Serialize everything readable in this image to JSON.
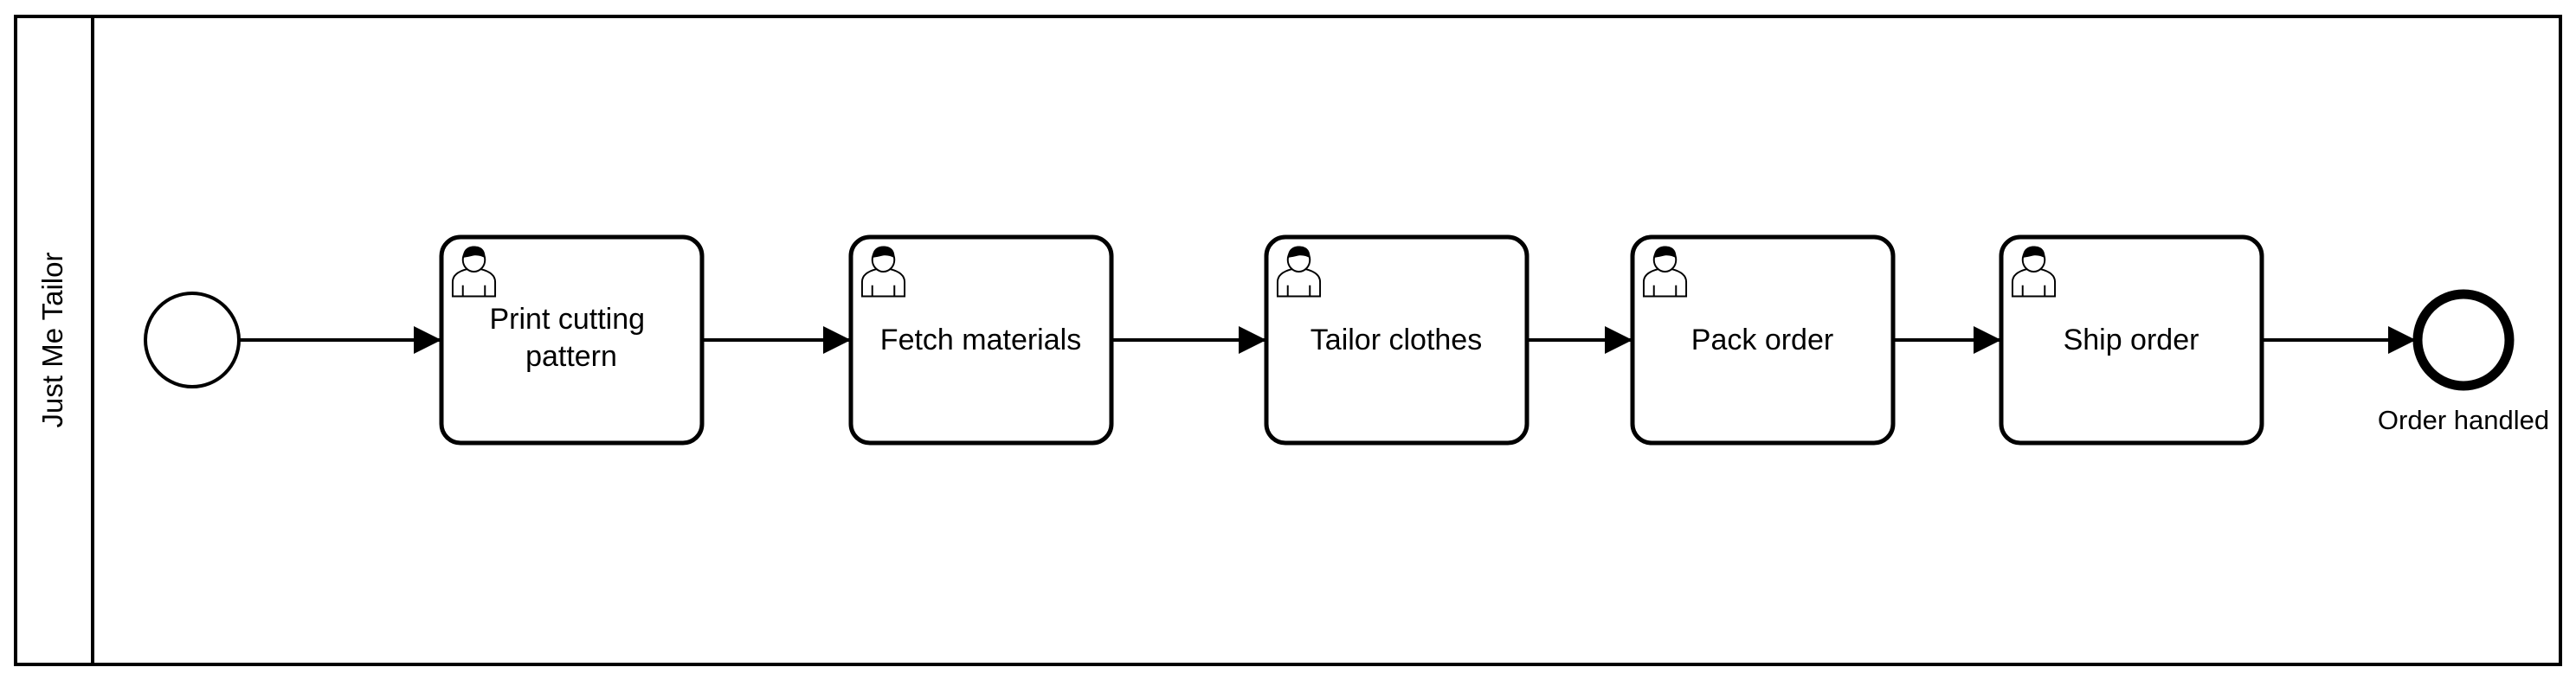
{
  "pool": {
    "lane_label": "Just Me Tailor"
  },
  "events": {
    "start": {
      "label": ""
    },
    "end": {
      "label": "Order handled"
    }
  },
  "tasks": [
    {
      "id": "task-print-cutting-pattern",
      "lines": [
        "Print cutting",
        "pattern"
      ],
      "type": "user-task",
      "icon": "user-icon"
    },
    {
      "id": "task-fetch-materials",
      "lines": [
        "Fetch materials"
      ],
      "type": "user-task",
      "icon": "user-icon"
    },
    {
      "id": "task-tailor-clothes",
      "lines": [
        "Tailor clothes"
      ],
      "type": "user-task",
      "icon": "user-icon"
    },
    {
      "id": "task-pack-order",
      "lines": [
        "Pack order"
      ],
      "type": "user-task",
      "icon": "user-icon"
    },
    {
      "id": "task-ship-order",
      "lines": [
        "Ship order"
      ],
      "type": "user-task",
      "icon": "user-icon"
    }
  ],
  "flows": [
    {
      "from": "start",
      "to": "task-print-cutting-pattern"
    },
    {
      "from": "task-print-cutting-pattern",
      "to": "task-fetch-materials"
    },
    {
      "from": "task-fetch-materials",
      "to": "task-tailor-clothes"
    },
    {
      "from": "task-tailor-clothes",
      "to": "task-pack-order"
    },
    {
      "from": "task-pack-order",
      "to": "task-ship-order"
    },
    {
      "from": "task-ship-order",
      "to": "end"
    }
  ],
  "colors": {
    "stroke": "#000000",
    "fill": "#ffffff"
  }
}
